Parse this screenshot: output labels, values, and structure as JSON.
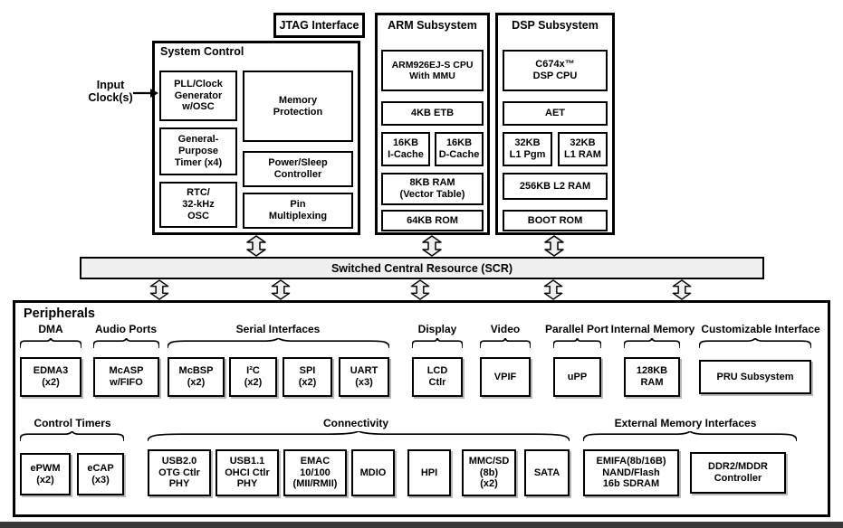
{
  "colors": {
    "border": "#000000",
    "fill": "#ffffff",
    "scr_fill": "#f0f0f0"
  },
  "diagram": {
    "jtag_label": "JTAG Interface",
    "input_clocks_label": "Input\nClock(s)",
    "system_control": {
      "title": "System Control",
      "pll": "PLL/Clock\nGenerator\nw/OSC",
      "gp_timer": "General-\nPurpose\nTimer (x4)",
      "rtc": "RTC/\n32-kHz\nOSC",
      "memory_protection": "Memory\nProtection",
      "power_sleep": "Power/Sleep\nController",
      "pin_mux": "Pin\nMultiplexing"
    },
    "arm_subsystem": {
      "title": "ARM Subsystem",
      "cpu": "ARM926EJ-S CPU\nWith MMU",
      "etb": "4KB ETB",
      "icache": "16KB\nI-Cache",
      "dcache": "16KB\nD-Cache",
      "ram": "8KB RAM\n(Vector Table)",
      "rom": "64KB ROM"
    },
    "dsp_subsystem": {
      "title": "DSP Subsystem",
      "cpu": "C674x™\nDSP CPU",
      "aet": "AET",
      "l1_pgm": "32KB\nL1 Pgm",
      "l1_ram": "32KB\nL1 RAM",
      "l2_ram": "256KB L2 RAM",
      "boot_rom": "BOOT ROM"
    },
    "scr_label": "Switched Central Resource (SCR)",
    "peripherals": {
      "title": "Peripherals",
      "row1": [
        {
          "label": "DMA",
          "boxes": [
            "EDMA3\n(x2)"
          ]
        },
        {
          "label": "Audio Ports",
          "boxes": [
            "McASP\nw/FIFO"
          ]
        },
        {
          "label": "Serial Interfaces",
          "boxes": [
            "McBSP\n(x2)",
            "I²C\n(x2)",
            "SPI\n(x2)",
            "UART\n(x3)"
          ]
        },
        {
          "label": "Display",
          "boxes": [
            "LCD\nCtlr"
          ]
        },
        {
          "label": "Video",
          "boxes": [
            "VPIF"
          ]
        },
        {
          "label": "Parallel Port",
          "boxes": [
            "uPP"
          ]
        },
        {
          "label": "Internal Memory",
          "boxes": [
            "128KB\nRAM"
          ]
        },
        {
          "label": "Customizable Interface",
          "boxes": [
            "PRU Subsystem"
          ]
        }
      ],
      "row2": [
        {
          "label": "Control Timers",
          "boxes": [
            "ePWM\n(x2)",
            "eCAP\n(x3)"
          ]
        },
        {
          "label": "Connectivity",
          "boxes": [
            "USB2.0\nOTG Ctlr\nPHY",
            "USB1.1\nOHCI Ctlr\nPHY",
            "EMAC\n10/100\n(MII/RMII)",
            "MDIO",
            "HPI",
            "MMC/SD\n(8b)\n(x2)",
            "SATA"
          ]
        },
        {
          "label": "External Memory Interfaces",
          "boxes": [
            "EMIFA(8b/16B)\nNAND/Flash\n16b SDRAM",
            "DDR2/MDDR\nController"
          ]
        }
      ]
    }
  }
}
